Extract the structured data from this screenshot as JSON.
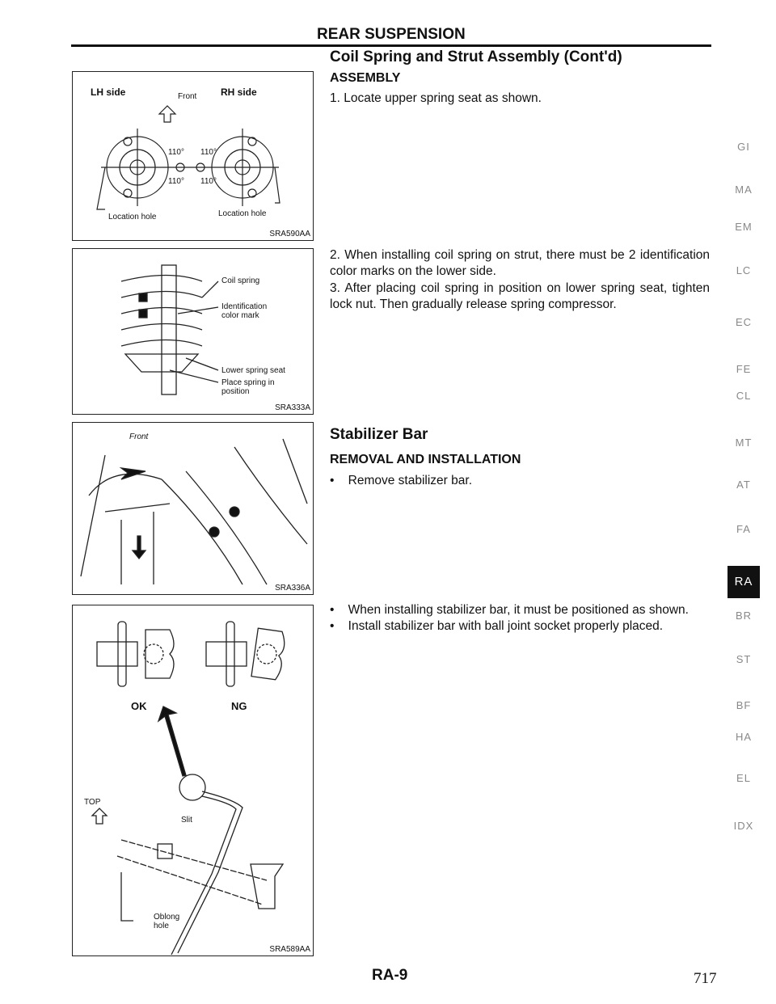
{
  "header": "REAR SUSPENSION",
  "section_title": "Coil Spring and Strut Assembly (Cont'd)",
  "assembly": {
    "heading": "ASSEMBLY",
    "steps": [
      {
        "num": "1.",
        "text": "Locate upper spring seat as shown."
      },
      {
        "num": "2.",
        "text": "When installing coil spring on strut, there must be 2 identification color marks on the lower side."
      },
      {
        "num": "3.",
        "text": "After placing coil spring in position on lower spring seat, tighten lock nut. Then gradually release spring compressor."
      }
    ]
  },
  "stabilizer": {
    "title": "Stabilizer Bar",
    "heading": "REMOVAL AND INSTALLATION",
    "bullets1": [
      "Remove stabilizer bar."
    ],
    "bullets2": [
      "When installing stabilizer bar, it must be positioned as shown.",
      "Install stabilizer bar with ball joint socket properly placed."
    ]
  },
  "figures": {
    "fig1": {
      "lh": "LH side",
      "rh": "RH side",
      "front": "Front",
      "angle": "110°",
      "loc_l": "Location hole",
      "loc_r": "Location hole",
      "code": "SRA590AA"
    },
    "fig2": {
      "coil": "Coil spring",
      "ident": "Identification color mark",
      "seat": "Lower spring seat",
      "place": "Place spring in position",
      "code": "SRA333A"
    },
    "fig3": {
      "front": "Front",
      "code": "SRA336A"
    },
    "fig4": {
      "ok": "OK",
      "ng": "NG",
      "top": "TOP",
      "slit": "Slit",
      "oblong": "Oblong hole",
      "code": "SRA589AA"
    }
  },
  "side_tabs": [
    "GI",
    "MA",
    "EM",
    "LC",
    "EC",
    "FE",
    "CL",
    "MT",
    "AT",
    "FA",
    "RA",
    "BR",
    "ST",
    "BF",
    "HA",
    "EL",
    "IDX"
  ],
  "active_tab": "RA",
  "footer": {
    "page_code": "RA-9",
    "page_number": "717"
  }
}
